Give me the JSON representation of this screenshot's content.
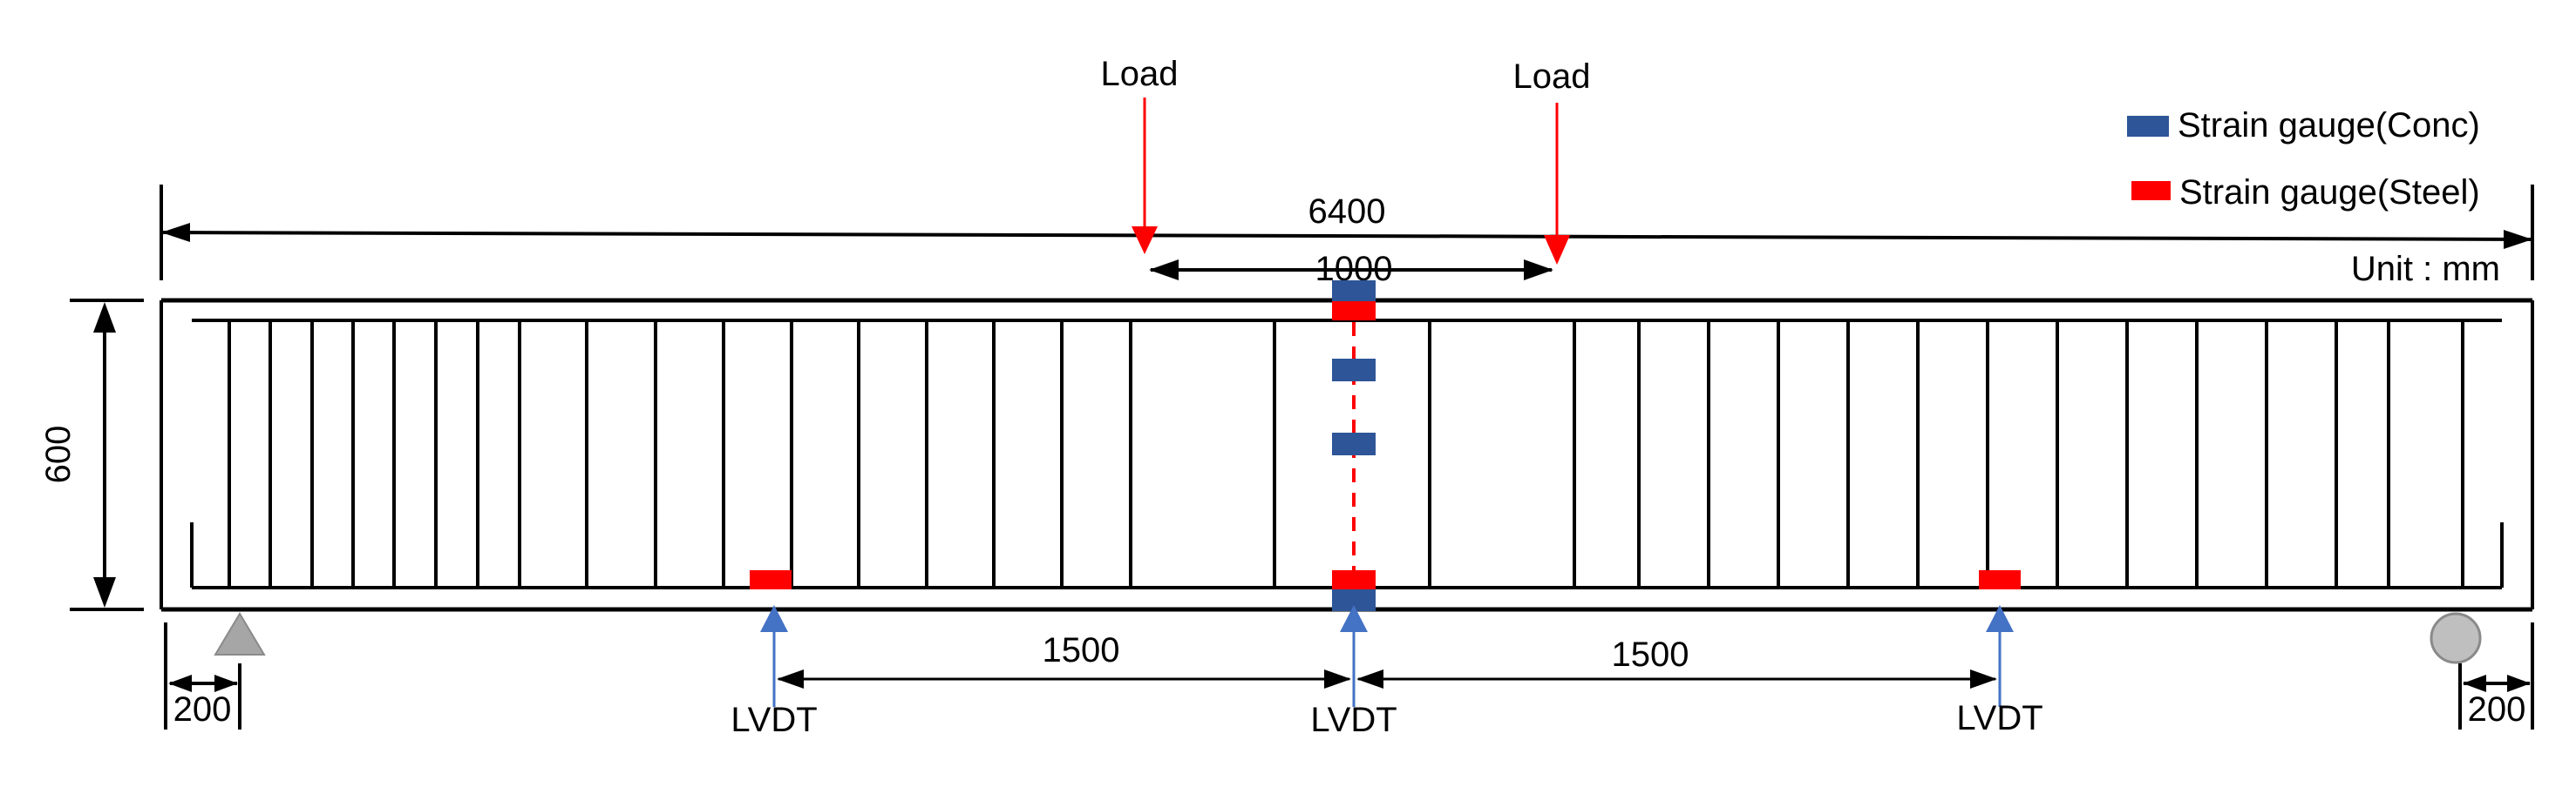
{
  "loads": {
    "left_label": "Load",
    "right_label": "Load"
  },
  "dimensions": {
    "overall_span": "6400",
    "load_spacing": "1000",
    "beam_height": "600",
    "left_overhang": "200",
    "right_overhang": "200",
    "lvdt_spacing_left": "1500",
    "lvdt_spacing_right": "1500"
  },
  "unit_note": "Unit : mm",
  "legend": {
    "items": [
      {
        "label": "Strain gauge(Conc)",
        "color": "#2e5597"
      },
      {
        "label": "Strain gauge(Steel)",
        "color": "#ff0000"
      }
    ]
  },
  "lvdt": {
    "labels": [
      "LVDT",
      "LVDT",
      "LVDT"
    ]
  },
  "colors": {
    "load_arrow": "#ff0000",
    "lvdt_arrow": "#4472c4",
    "support": "#a6a6a6",
    "conc_gauge": "#2e5597",
    "steel_gauge": "#ff0000"
  }
}
